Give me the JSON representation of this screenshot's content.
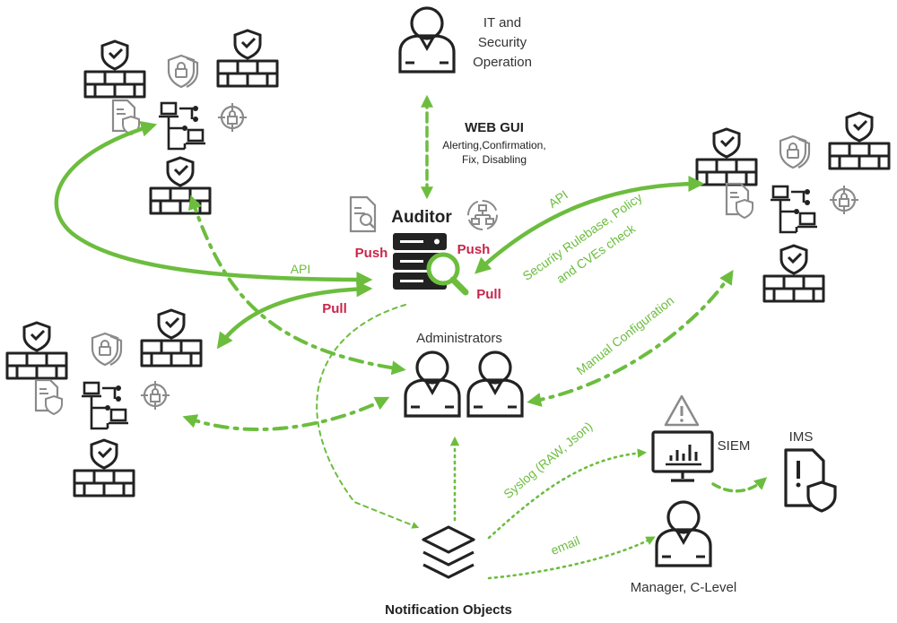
{
  "nodes": {
    "it_security": [
      "IT and",
      "Security",
      "Operation"
    ],
    "web_gui_title": "WEB GUI",
    "web_gui_sub": [
      "Alerting,Confirmation,",
      "Fix, Disabling"
    ],
    "auditor": "Auditor",
    "administrators": "Administrators",
    "siem": "SIEM",
    "ims": "IMS",
    "manager": "Manager, C-Level",
    "notification_objects": "Notification Objects"
  },
  "edges": {
    "push_left": "Push",
    "push_right": "Push",
    "pull_left": "Pull",
    "pull_right": "Pull",
    "api_left": "API",
    "api_right": "API",
    "rulebase": [
      "Security Rulebase, Policy",
      "and CVEs check"
    ],
    "manual_config": "Manual Configuration",
    "syslog": "Syslog (RAW, Json)",
    "email": "email"
  },
  "colors": {
    "accent_green": "#6cbd3e",
    "push_pull_red": "#c8264a",
    "icon_dark": "#222222",
    "icon_grey": "#8a8a8a"
  }
}
